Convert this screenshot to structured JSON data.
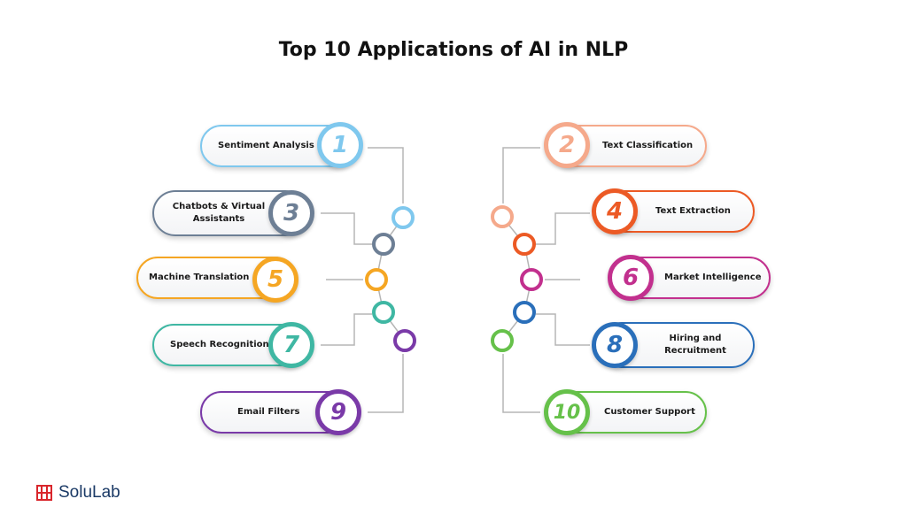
{
  "title": "Top 10 Applications of AI in NLP",
  "brand": "SoluLab",
  "items": [
    {
      "num": "1",
      "label": "Sentiment Analysis",
      "color": "#7fc8ee"
    },
    {
      "num": "2",
      "label": "Text Classification",
      "color": "#f5a98b"
    },
    {
      "num": "3",
      "label": "Chatbots & Virtual Assistants",
      "color": "#6d7f95"
    },
    {
      "num": "4",
      "label": "Text Extraction",
      "color": "#ec5a25"
    },
    {
      "num": "5",
      "label": "Machine Translation",
      "color": "#f5a623"
    },
    {
      "num": "6",
      "label": "Market Intelligence",
      "color": "#c2308e"
    },
    {
      "num": "7",
      "label": "Speech Recognition",
      "color": "#3fb7a3"
    },
    {
      "num": "8",
      "label": "Hiring and Recruitment",
      "color": "#2a6fba"
    },
    {
      "num": "9",
      "label": "Email Filters",
      "color": "#7a3aa8"
    },
    {
      "num": "10",
      "label": "Customer Support",
      "color": "#66c14a"
    }
  ]
}
